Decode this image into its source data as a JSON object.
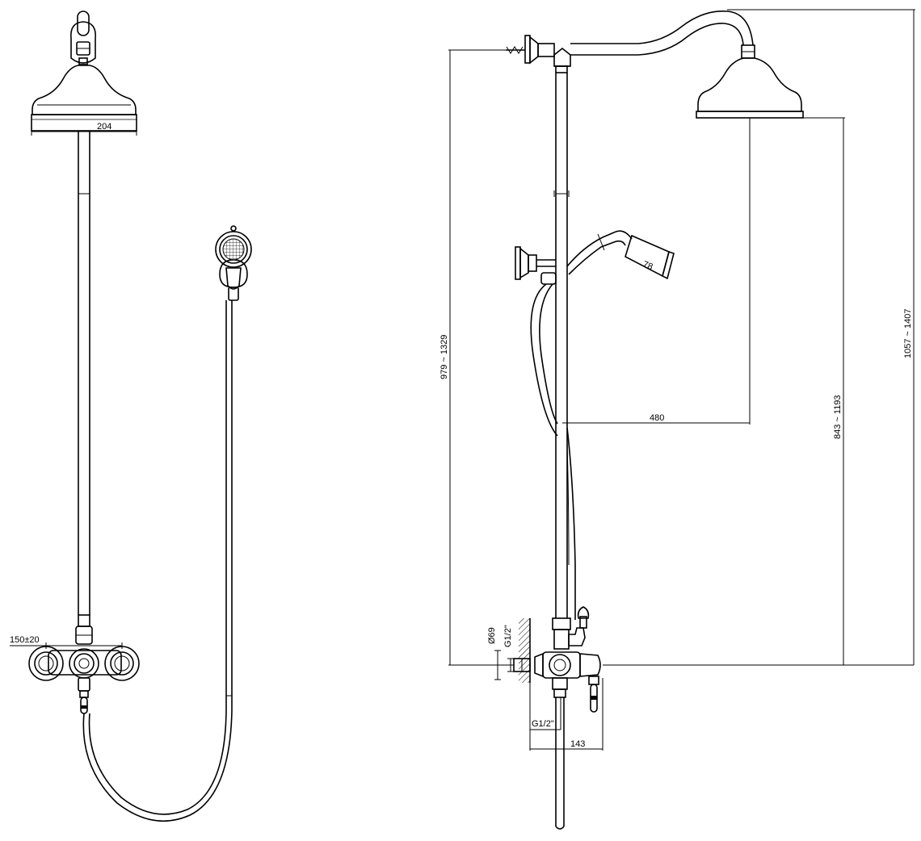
{
  "drawing": {
    "front_view": {
      "head_width": "204",
      "centers": "150±20"
    },
    "side_view": {
      "overall_height": "1057 ~ 1407",
      "arm_height": "979 ~ 1329",
      "head_height": "843 ~ 1193",
      "arm_reach": "480",
      "hand_shower": "78",
      "wall_fitting": "Ø69",
      "inlet_thread_top": "G1/2\"",
      "outlet_thread": "G1/2\"",
      "mixer_depth": "143"
    }
  }
}
